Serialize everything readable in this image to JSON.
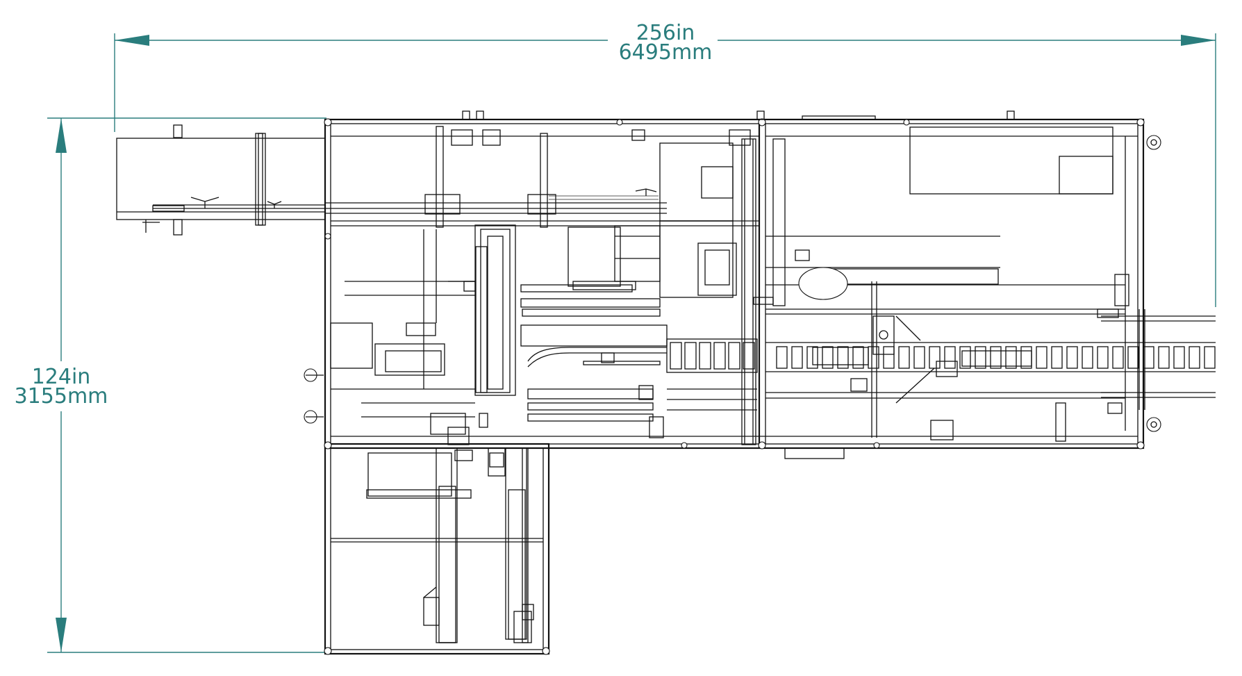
{
  "colors": {
    "dimension": "#2a7d7d",
    "linework": "#111111",
    "background": "#ffffff"
  },
  "dimensions": {
    "width": {
      "imperial": "256in",
      "metric": "6495mm"
    },
    "height": {
      "imperial": "124in",
      "metric": "3155mm"
    }
  }
}
